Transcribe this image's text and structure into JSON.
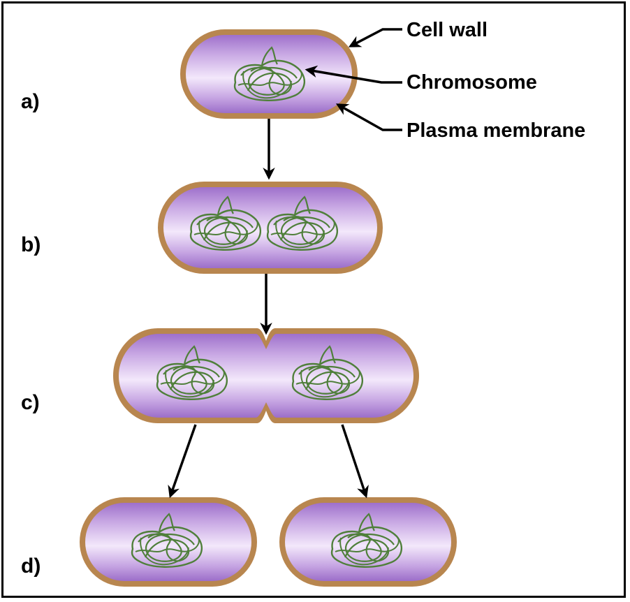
{
  "stages": {
    "a": "a)",
    "b": "b)",
    "c": "c)",
    "d": "d)"
  },
  "callouts": {
    "cell_wall": "Cell wall",
    "chromosome": "Chromosome",
    "plasma_membrane": "Plasma membrane"
  },
  "colors": {
    "cell_wall": "#b8864f",
    "cytoplasm_edge": "#9f72cc",
    "cytoplasm_mid": "#f2e6fb",
    "chromosome": "#4f7f3a",
    "arrow": "#000000"
  }
}
